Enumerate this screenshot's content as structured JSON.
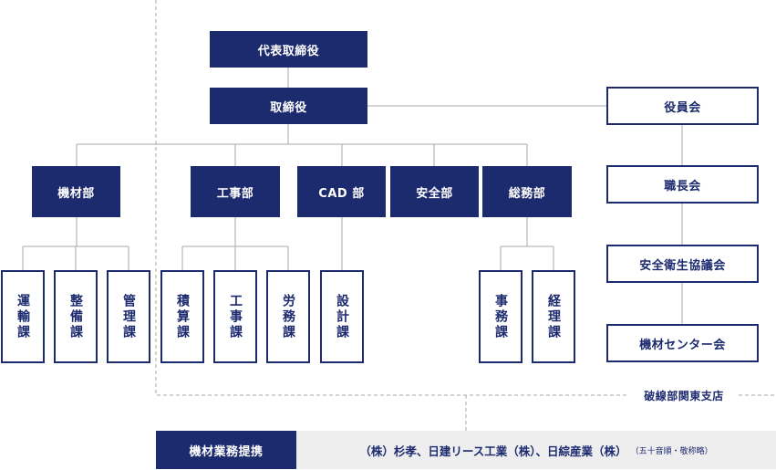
{
  "org": {
    "ceo": "代表取締役",
    "director": "取締役",
    "departments": {
      "kizai": "機材部",
      "koji": "工事部",
      "cad": "CAD 部",
      "anzen": "安全部",
      "somu": "総務部"
    },
    "sections": {
      "unyu": "運輸課",
      "seibi": "整備課",
      "kanri": "管理課",
      "sekisan": "積算課",
      "koji": "工事課",
      "romu": "労務課",
      "sekkei": "設計課",
      "jimu": "事務課",
      "keiri": "経理課"
    },
    "committees": {
      "yakuin": "役員会",
      "shokucho": "職長会",
      "anzen_eisei": "安全衛生協議会",
      "kizai_center": "機材センター会"
    },
    "branch": "破線部関東支店"
  },
  "partners": {
    "label": "機材業務提携",
    "text": "（株）杉孝、日建リース工業（株）、日綜産業（株）",
    "note": "（五十音順・敬称略）"
  },
  "colors": {
    "navy": "#1c2a6e",
    "line": "#aaaaaa",
    "dashed": "#aaaaaa",
    "partner_bg": "#eeeeee"
  }
}
